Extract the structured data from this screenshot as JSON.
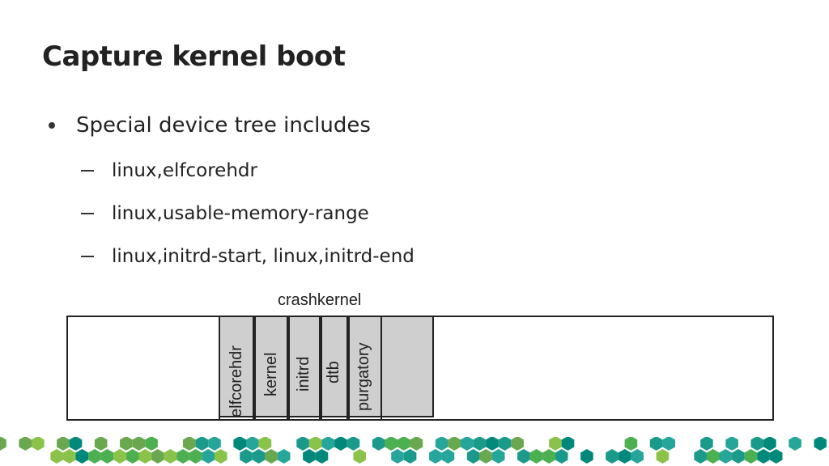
{
  "slide": {
    "title": "Capture kernel boot",
    "bullet": "Special device tree includes",
    "subitems": [
      "linux,elfcorehdr",
      "linux,usable-memory-range",
      "linux,initrd-start, linux,initrd-end"
    ]
  },
  "diagram": {
    "region_label": "crashkernel",
    "segments": [
      "elfcorehdr",
      "kernel",
      "initrd",
      "dtb",
      "purgatory"
    ]
  },
  "colors": {
    "region_fill": "#cfcfcf",
    "hex_green": "#6aa84f",
    "hex_teal": "#1a9a8a"
  }
}
